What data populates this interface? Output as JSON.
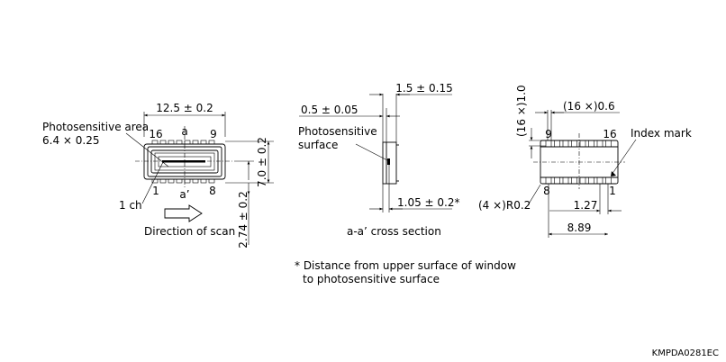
{
  "front_view": {
    "width_dim": "12.5 ± 0.2",
    "area_label_line1": "Photosensitive area",
    "area_label_line2": "6.4 × 0.25",
    "pin16": "16",
    "pin9": "9",
    "pin1": "1",
    "pin8": "8",
    "section_a": "a",
    "section_a_prime": "a’",
    "height_dim": "7.0 ± 0.2",
    "offset_dim": "2.74 ± 0.2",
    "ch_label": "1 ch",
    "scan_label": "Direction of scan"
  },
  "cross_section": {
    "dim_top": "1.5 ± 0.15",
    "dim_mid": "0.5 ± 0.05",
    "surface_label_line1": "Photosensitive",
    "surface_label_line2": "surface",
    "dim_bottom": "1.05 ± 0.2*",
    "caption": "a-a’ cross section"
  },
  "back_view": {
    "pad_len_dim": "(16 ×)1.0",
    "pad_width_dim": "(16 ×)0.6",
    "pin9": "9",
    "pin16": "16",
    "pin8": "8",
    "pin1": "1",
    "index_mark": "Index mark",
    "corner_radius": "(4 ×)R0.2",
    "pitch_dim": "1.27",
    "span_dim": "8.89"
  },
  "footnote_line1": "* Distance from upper surface of window",
  "footnote_line2": "to photosensitive surface",
  "drawing_code": "KMPDA0281EC"
}
